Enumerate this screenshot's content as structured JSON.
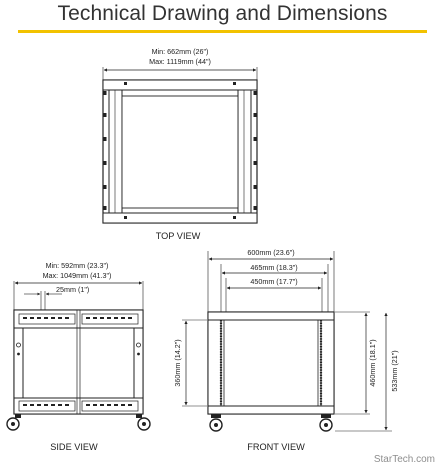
{
  "title": "Technical Drawing and Dimensions",
  "accent_color": "#f2c200",
  "top_view": {
    "label": "TOP VIEW",
    "dim_min": "Min: 662mm (26\")",
    "dim_max": "Max: 1119mm (44\")"
  },
  "side_view": {
    "label": "SIDE VIEW",
    "dim_min": "Min: 592mm (23.3\")",
    "dim_max": "Max: 1049mm (41.3\")",
    "dim_rail": "25mm (1\")"
  },
  "front_view": {
    "label": "FRONT VIEW",
    "dim_width_outer": "600mm (23.6\")",
    "dim_width_mid": "465mm (18.3\")",
    "dim_width_inner": "450mm (17.7\")",
    "dim_height_rail": "360mm (14.2\")",
    "dim_height_body": "460mm (18.1\")",
    "dim_height_total": "533mm (21\")"
  },
  "brand": "StarTech.com"
}
